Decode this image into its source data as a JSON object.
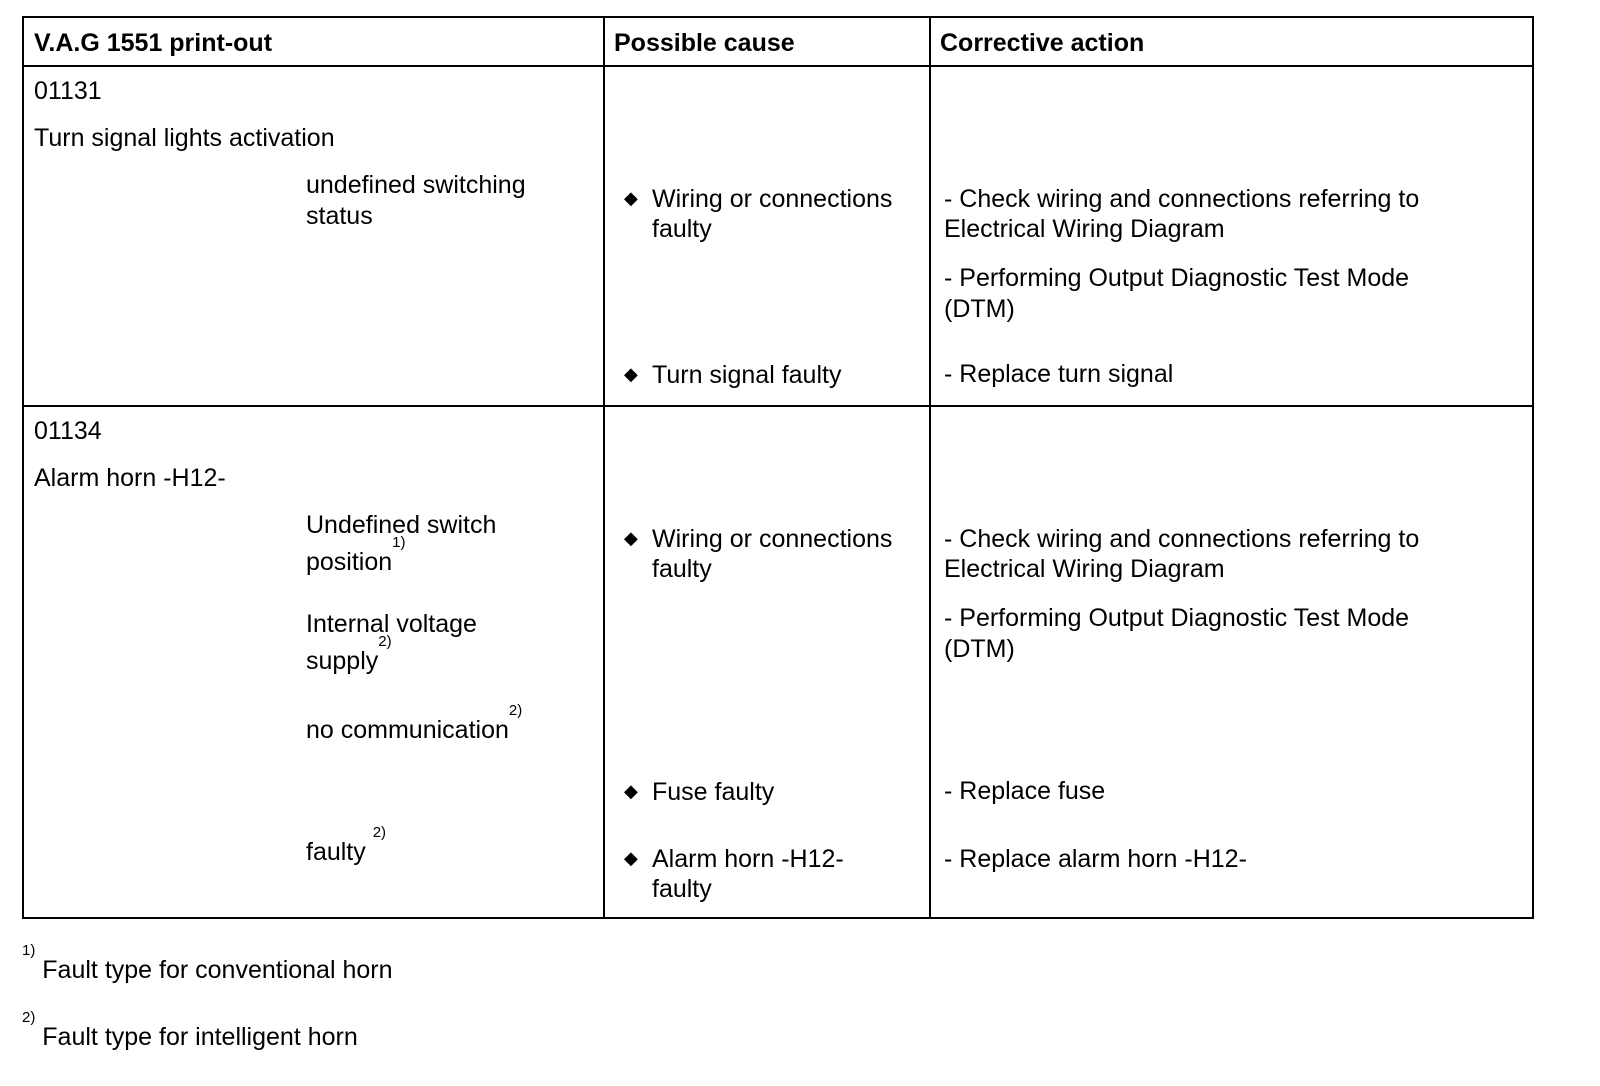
{
  "table": {
    "headers": {
      "printout": "V.A.G 1551 print-out",
      "cause": "Possible cause",
      "action": "Corrective action"
    },
    "row1": {
      "code": "01131",
      "component": "Turn signal lights activation",
      "fault_line1": "undefined switching",
      "fault_line2": "status",
      "cause1_line1": "Wiring or connections",
      "cause1_line2": "faulty",
      "action1_line1": "- Check wiring and connections referring to",
      "action1_line2": "Electrical Wiring Diagram",
      "action2_line1": "- Performing Output Diagnostic Test Mode",
      "action2_line2": "(DTM)",
      "cause2": "Turn signal faulty",
      "action3": "- Replace turn signal"
    },
    "row2": {
      "code": "01134",
      "component": "Alarm horn -H12-",
      "fault1_line1": "Undefined switch",
      "fault1_line2": "position",
      "fault1_sup": "1)",
      "fault2_line1": "Internal voltage",
      "fault2_line2": "supply",
      "fault2_sup": "2)",
      "fault3": "no communication",
      "fault3_sup": "2)",
      "fault4": "faulty ",
      "fault4_sup": "2)",
      "cause1_line1": "Wiring or connections",
      "cause1_line2": "faulty",
      "action1_line1": "- Check wiring and connections referring to",
      "action1_line2": "Electrical Wiring Diagram",
      "action2_line1": "- Performing Output Diagnostic Test Mode",
      "action2_line2": "(DTM)",
      "cause2": "Fuse faulty",
      "action3": "- Replace fuse",
      "cause3_line1": "Alarm horn -H12-",
      "cause3_line2": "faulty",
      "action4": "- Replace alarm horn -H12-"
    }
  },
  "footnotes": [
    {
      "mark": "1)",
      "text": " Fault type for conventional horn"
    },
    {
      "mark": "2)",
      "text": " Fault type for intelligent horn"
    }
  ],
  "icons": {
    "bullet": "◆"
  }
}
